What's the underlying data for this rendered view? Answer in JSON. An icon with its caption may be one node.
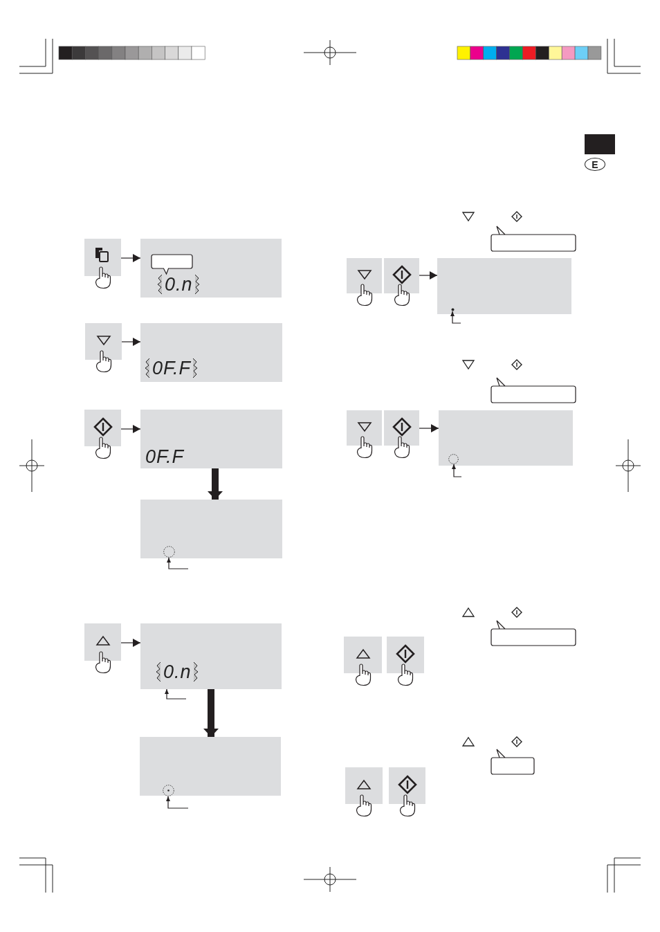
{
  "diagram": {
    "nodes": [
      {
        "text": [
          "E"
        ]
      },
      {
        "text": [],
        "shape": "box"
      },
      {
        "text": [
          "0.n"
        ]
      },
      {
        "text": [],
        "shape": "bubble",
        "in": 2
      },
      {
        "text": [],
        "shape": "box"
      },
      {
        "text": [
          "0F.F"
        ]
      },
      {
        "text": [],
        "shape": "box"
      },
      {
        "text": [
          "0F.F"
        ]
      },
      {
        "text": [],
        "shape": "box"
      },
      {
        "text": [],
        "shape": "circle",
        "in": 8
      },
      {
        "text": [],
        "shape": "box"
      },
      {
        "text": [
          "0.n"
        ]
      },
      {
        "text": [],
        "shape": "box"
      },
      {
        "text": [],
        "shape": "circle",
        "in": 12
      },
      {
        "text": [],
        "shape": "bubble"
      },
      {
        "text": [],
        "shape": "box"
      },
      {
        "text": [],
        "shape": "box"
      },
      {
        "text": [],
        "shape": "box"
      },
      {
        "text": [],
        "shape": "circle",
        "in": 17
      },
      {
        "text": [],
        "shape": "bubble"
      },
      {
        "text": [],
        "shape": "box"
      },
      {
        "text": [],
        "shape": "box"
      },
      {
        "text": [],
        "shape": "box"
      },
      {
        "text": [],
        "shape": "circle",
        "in": 22
      },
      {
        "text": [],
        "shape": "bubble"
      },
      {
        "text": [],
        "shape": "box"
      },
      {
        "text": [],
        "shape": "box"
      },
      {
        "text": [],
        "shape": "bubble"
      },
      {
        "text": [],
        "shape": "box"
      },
      {
        "text": [],
        "shape": "box"
      }
    ],
    "edges": [
      {
        "from": 1,
        "to": 2,
        "arrow": "to"
      },
      {
        "from": 4,
        "to": 5,
        "arrow": "to"
      },
      {
        "from": 6,
        "to": 7,
        "arrow": "to"
      },
      {
        "from": 7,
        "to": 8,
        "arrow": "to",
        "style": "thick"
      },
      {
        "from": null,
        "to": 9,
        "arrow": "to"
      },
      {
        "from": 10,
        "to": 11,
        "arrow": "to"
      },
      {
        "from": null,
        "to": 11,
        "arrow": "to"
      },
      {
        "from": 11,
        "to": 12,
        "arrow": "to",
        "style": "thick"
      },
      {
        "from": null,
        "to": 13,
        "arrow": "to"
      },
      {
        "from": 16,
        "to": 17,
        "arrow": "to"
      },
      {
        "from": null,
        "to": 18,
        "arrow": "to"
      },
      {
        "from": 21,
        "to": 22,
        "arrow": "to"
      },
      {
        "from": null,
        "to": 23,
        "arrow": "to"
      }
    ]
  }
}
